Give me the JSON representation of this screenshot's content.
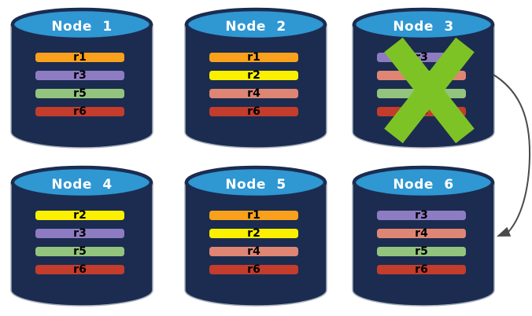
{
  "diagram": {
    "background_color": "#ffffff",
    "cylinder": {
      "body_color": "#1B2C50",
      "top_color": "#2F97D2",
      "outline_color": "#A8B0BC"
    },
    "failure_mark": {
      "symbol": "X",
      "color": "#7EC325",
      "on_node": "Node 3"
    },
    "arrow": {
      "color": "#4A4A4A",
      "from_node": "Node 3",
      "to_node": "Node 6"
    },
    "nodes": [
      {
        "title": "Node 1",
        "bars": [
          {
            "label": "r1",
            "color": "#F9A01C"
          },
          {
            "label": "r3",
            "color": "#8E7CC3"
          },
          {
            "label": "r5",
            "color": "#93C47D"
          },
          {
            "label": "r6",
            "color": "#C43C2B"
          }
        ]
      },
      {
        "title": "Node 2",
        "bars": [
          {
            "label": "r1",
            "color": "#F9A01C"
          },
          {
            "label": "r2",
            "color": "#FAF000"
          },
          {
            "label": "r4",
            "color": "#DF8574"
          },
          {
            "label": "r6",
            "color": "#C43C2B"
          }
        ]
      },
      {
        "title": "Node 3",
        "bars": [
          {
            "label": "r3",
            "color": "#8E7CC3"
          },
          {
            "label": "r4",
            "color": "#DF8574"
          },
          {
            "label": "r5",
            "color": "#93C47D"
          },
          {
            "label": "r6",
            "color": "#C43C2B"
          }
        ]
      },
      {
        "title": "Node 4",
        "bars": [
          {
            "label": "r2",
            "color": "#FAF000"
          },
          {
            "label": "r3",
            "color": "#8E7CC3"
          },
          {
            "label": "r5",
            "color": "#93C47D"
          },
          {
            "label": "r6",
            "color": "#C43C2B"
          }
        ]
      },
      {
        "title": "Node 5",
        "bars": [
          {
            "label": "r1",
            "color": "#F9A01C"
          },
          {
            "label": "r2",
            "color": "#FAF000"
          },
          {
            "label": "r4",
            "color": "#DF8574"
          },
          {
            "label": "r6",
            "color": "#C43C2B"
          }
        ]
      },
      {
        "title": "Node 6",
        "bars": [
          {
            "label": "r3",
            "color": "#8E7CC3"
          },
          {
            "label": "r4",
            "color": "#DF8574"
          },
          {
            "label": "r5",
            "color": "#93C47D"
          },
          {
            "label": "r6",
            "color": "#C43C2B"
          }
        ]
      }
    ]
  }
}
